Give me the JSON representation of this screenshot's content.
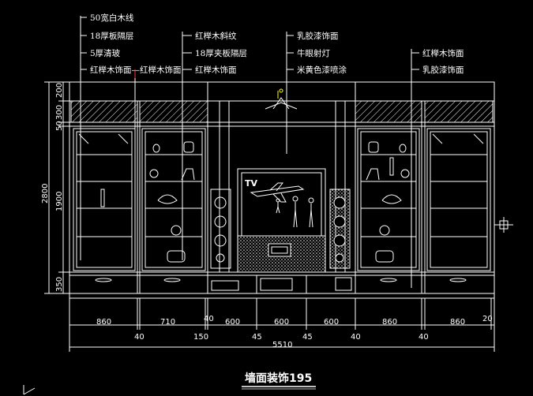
{
  "labels": {
    "col1": [
      "50宽白木线",
      "18厚板隔层",
      "5厚清玻",
      "红榉木饰面—红榉木饰面"
    ],
    "col2": [
      "红榉木斜纹",
      "18厚夹板隔层",
      "红榉木饰面"
    ],
    "col3": [
      "乳胶漆饰面",
      "牛眼射灯",
      "米黄色漆喷涂"
    ],
    "col4": [
      "红榉木饰面",
      "乳胶漆饰面"
    ]
  },
  "tv_label": "TV",
  "title": "墙面装饰195",
  "colors": {
    "background": "#000000",
    "line": "#ffffff",
    "leader": "#ff3333",
    "accent": "#00ffff",
    "fixture": "#ffff00"
  },
  "dims_h_upper": [
    "860",
    "710",
    "40",
    "600",
    "600",
    "600",
    "860",
    "860",
    "20"
  ],
  "dims_h_lower": [
    "40",
    "150",
    "45",
    "45",
    "40",
    "40"
  ],
  "dim_total": "5510",
  "dims_v": [
    "200",
    "300",
    "50",
    "1900",
    "2800",
    "350"
  ]
}
